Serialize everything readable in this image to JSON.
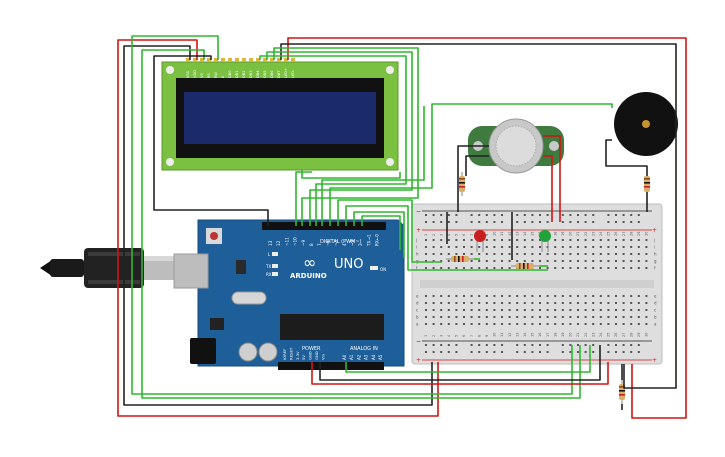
{
  "board": {
    "brand_logo": "∞",
    "name_label": "UNO",
    "brand_label": "ARDUINO",
    "digital_label": "DIGITAL (PWM~)",
    "power_label": "POWER",
    "analog_label": "ANALOG IN",
    "on_label": "ON",
    "l_label": "L",
    "tx_label": "TX",
    "rx_label": "RX",
    "aref_label": "AREF",
    "gnd_label": "GND",
    "digital_pins": [
      "13",
      "12",
      "~11",
      "~10",
      "~9",
      "8",
      "7",
      "~6",
      "~5",
      "4",
      "~3",
      "2",
      "TX→1",
      "RX←0"
    ],
    "power_pins": [
      "IOREF",
      "RESET",
      "3.3V",
      "5V",
      "GND",
      "GND",
      "Vin"
    ],
    "analog_pins": [
      "A0",
      "A1",
      "A2",
      "A3",
      "A4",
      "A5"
    ]
  },
  "lcd": {
    "pin_labels": [
      "VSS",
      "VDD",
      "V0",
      "RS",
      "RW",
      "E",
      "DB0",
      "DB1",
      "DB2",
      "DB3",
      "DB4",
      "DB5",
      "DB6",
      "DB7",
      "LED+",
      "LED-"
    ]
  },
  "breadboard": {
    "column_numbers": [
      "1",
      "2",
      "3",
      "4",
      "5",
      "6",
      "7",
      "8",
      "9",
      "10",
      "11",
      "12",
      "13",
      "14",
      "15",
      "16",
      "17",
      "18",
      "19",
      "20",
      "21",
      "22",
      "23",
      "24",
      "25",
      "26",
      "27",
      "28",
      "29",
      "30"
    ],
    "row_letters_top": [
      "j",
      "i",
      "h",
      "g",
      "f"
    ],
    "row_letters_bottom": [
      "e",
      "d",
      "c",
      "b",
      "a"
    ],
    "plus_sign": "+",
    "minus_sign": "−"
  },
  "colors": {
    "wire_green": "#2db82d",
    "wire_red": "#d41414",
    "wire_black": "#222222",
    "board_blue": "#1f5f99",
    "led_red": "#c81e1e",
    "led_green": "#1fa33a",
    "lcd_green": "#7cc041",
    "lcd_screen": "#1b2a6b"
  }
}
